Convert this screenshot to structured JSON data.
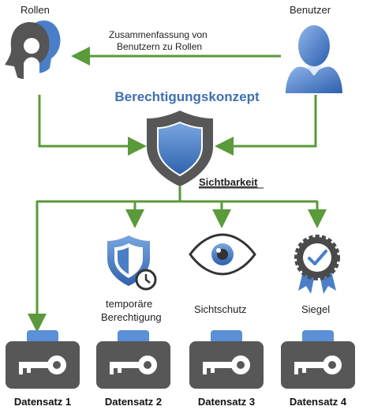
{
  "title": "Berechtigungskonzept",
  "roles_label": "Rollen",
  "users_label": "Benutzer",
  "summary_line1": "Zusammenfassung von",
  "summary_line2": "Benutzern zu Rollen",
  "visibility_label": "Sichtbarkeit",
  "branches": [
    {
      "label_line1": "temporäre",
      "label_line2": "Berechtigung"
    },
    {
      "label_line1": "Sichtschutz",
      "label_line2": ""
    },
    {
      "label_line1": "Siegel",
      "label_line2": ""
    }
  ],
  "datasets": [
    "Datensatz 1",
    "Datensatz 2",
    "Datensatz 3",
    "Datensatz 4"
  ],
  "colors": {
    "arrow_green": "#5a9a3a",
    "title_blue": "#3f6fb0",
    "icon_blue": "#4a7fc8",
    "icon_dark": "#575757"
  },
  "icons": [
    "roles-icon",
    "user-icon",
    "shield-icon",
    "temporary-shield-icon",
    "eye-icon",
    "seal-icon",
    "key-case-icon"
  ]
}
